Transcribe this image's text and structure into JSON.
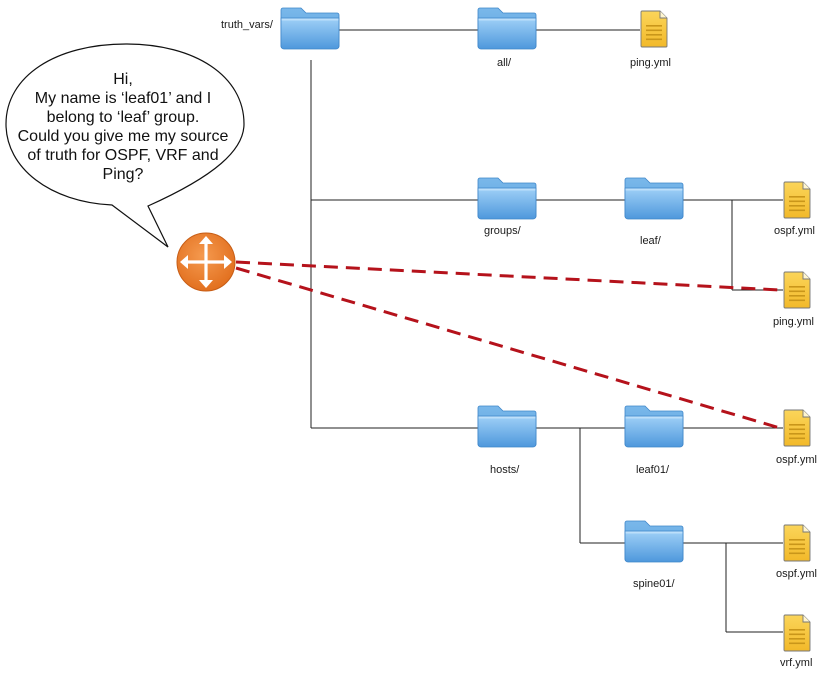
{
  "speech_bubble": {
    "lines": [
      "Hi,",
      "My name is ‘leaf01’ and I",
      "belong to ‘leaf’ group.",
      "Could you give me my source",
      "of truth for OSPF, VRF and",
      "Ping?"
    ]
  },
  "nodes": {
    "root": "truth_vars/",
    "all": "all/",
    "all_ping": "ping.yml",
    "groups": "groups/",
    "leaf": "leaf/",
    "leaf_ospf": "ospf.yml",
    "leaf_ping": "ping.yml",
    "hosts": "hosts/",
    "leaf01": "leaf01/",
    "leaf01_ospf": "ospf.yml",
    "spine01": "spine01/",
    "spine01_ospf": "ospf.yml",
    "spine01_vrf": "vrf.yml"
  },
  "colors": {
    "folder_body": "#6aaee8",
    "file_body": "#f7c53a",
    "router": "#ee7e33",
    "dashed_link": "#b5121b",
    "tree_line": "#222222"
  },
  "icons": {
    "folder": "folder-icon",
    "file": "yaml-file-icon",
    "router": "router-icon"
  }
}
